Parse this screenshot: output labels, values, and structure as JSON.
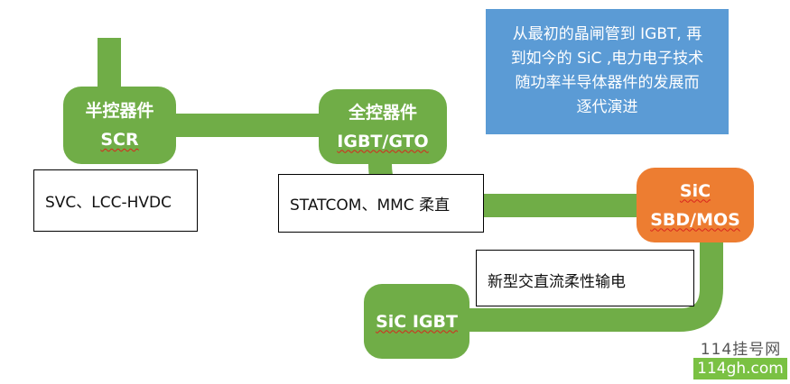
{
  "nodes": {
    "half_controlled": {
      "title": "半控器件",
      "subtitle": "SCR"
    },
    "full_controlled": {
      "title": "全控器件",
      "subtitle": "IGBT/GTO"
    },
    "sic_sbd": {
      "title": "SiC",
      "subtitle": "SBD/MOS"
    },
    "sic_igbt": {
      "title": "SiC IGBT"
    }
  },
  "applications": {
    "scr_apps": "SVC、LCC-HVDC",
    "igbt_apps": "STATCOM、MMC 柔直",
    "sic_apps": "新型交直流柔性输电"
  },
  "note_lines": [
    "从最初的晶闸管到 IGBT, 再",
    "到如今的 SiC ,电力电子技术",
    "随功率半导体器件的发展而",
    "逐代演进"
  ],
  "watermark": {
    "top": "114挂号网",
    "bottom": "114gh.com"
  },
  "colors": {
    "green": "#70ad47",
    "orange": "#ed7d31",
    "blue": "#5b9bd5",
    "watermark_green": "#7ac143"
  }
}
